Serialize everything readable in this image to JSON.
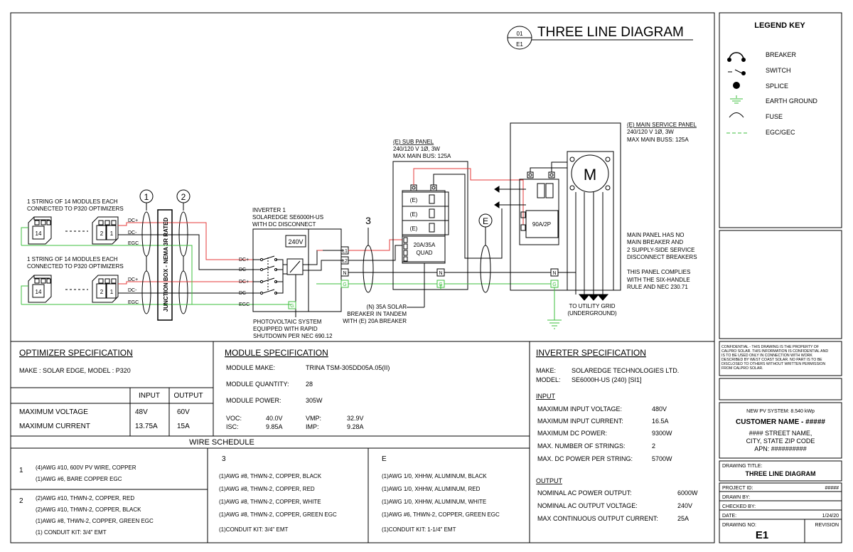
{
  "diagram": {
    "callout_number": "01",
    "callout_sheet": "E1",
    "title": "THREE LINE DIAGRAM",
    "string1": {
      "line1": "1 STRING OF 14 MODULES EACH",
      "line2": "CONNECTED TO P320 OPTIMIZERS"
    },
    "string2": {
      "line1": "1 STRING OF 14 MODULES EACH",
      "line2": "CONNECTED TO P320 OPTIMIZERS"
    },
    "module_labels": {
      "a": "14",
      "b": "2",
      "c": "1"
    },
    "wire_dc_plus": "DC+",
    "wire_dc_minus": "DC-",
    "wire_egc": "EGC",
    "tag_1": "1",
    "tag_2": "2",
    "tag_3": "3",
    "tag_e": "E",
    "junction_box": "JUNCTION BOX - NEMA 3R RATED",
    "inverter": {
      "line1": "INVERTER 1",
      "line2": "SOLAREDGE SE6000H-US",
      "line3": "WITH DC DISCONNECT",
      "voltage": "240V"
    },
    "rapid_shutdown": {
      "line1": "PHOTOVOLTAIC SYSTEM",
      "line2": "EQUIPPED WITH RAPID",
      "line3": "SHUTDOWN PER NEC 690.12"
    },
    "terminals": {
      "l1": "L1",
      "l2": "L2",
      "n": "N",
      "g": "G"
    },
    "sub_panel": {
      "line1": "(E) SUB PANEL",
      "line2": "240/120 V 1Ø, 3W",
      "line3": "MAX MAIN BUS: 125A",
      "existing": "(E)",
      "quad_line1": "20A/35A",
      "quad_line2": "QUAD"
    },
    "solar_breaker_note": {
      "line1": "(N) 35A SOLAR",
      "line2": "BREAKER IN TANDEM",
      "line3": "WITH (E) 20A BREAKER"
    },
    "main_panel": {
      "line1": "(E) MAIN SERVICE PANEL",
      "line2": "240/120 V 1Ø, 3W",
      "line3": "MAX MAIN BUSS:  125A",
      "meter": "M",
      "breaker": "90A/2P"
    },
    "main_note": {
      "line1": "MAIN PANEL HAS NO",
      "line2": "MAIN BREAKER AND",
      "line3": "2 SUPPLY-SIDE SERVICE",
      "line4": "DISCONNECT BREAKERS",
      "line5": "THIS PANEL COMPLIES",
      "line6": "WITH THE SIX-HANDLE",
      "line7": "RULE AND NEC 230.71"
    },
    "utility": {
      "line1": "TO UTILITY GRID",
      "line2": "(UNDERGROUND)"
    }
  },
  "legend": {
    "title": "LEGEND KEY",
    "items": [
      "BREAKER",
      "SWITCH",
      "SPLICE",
      "EARTH GROUND",
      "FUSE",
      "EGC/GEC"
    ]
  },
  "optimizer_spec": {
    "title": "OPTIMIZER SPECIFICATION",
    "make": "MAKE : SOLAR EDGE, MODEL : P320",
    "col_input": "INPUT",
    "col_output": "OUTPUT",
    "rows": [
      {
        "label": "MAXIMUM VOLTAGE",
        "input": "48V",
        "output": "60V"
      },
      {
        "label": "MAXIMUM CURRENT",
        "input": "13.75A",
        "output": "15A"
      }
    ]
  },
  "module_spec": {
    "title": "MODULE SPECIFICATION",
    "make_label": "MODULE MAKE:",
    "make": "TRINA TSM-305DD05A.05(II)",
    "qty_label": "MODULE QUANTITY:",
    "qty": "28",
    "power_label": "MODULE POWER:",
    "power": "305W",
    "voc_label": "VOC:",
    "voc": "40.0V",
    "vmp_label": "VMP:",
    "vmp": "32.9V",
    "isc_label": "ISC:",
    "isc": "9.85A",
    "imp_label": "IMP:",
    "imp": "9.28A"
  },
  "wire_schedule": {
    "title": "WIRE SCHEDULE",
    "tag1": "1",
    "col1_a": [
      "(4)AWG #10, 600V PV WIRE, COPPER",
      "(1)AWG #6, BARE COPPER EGC"
    ],
    "tag2": "2",
    "col1_b": [
      "(2)AWG #10, THWN-2, COPPER, RED",
      "(2)AWG #10, THWN-2, COPPER, BLACK",
      "(1)AWG #8, THWN-2, COPPER, GREEN EGC",
      "(1) CONDUIT KIT: 3/4\" EMT"
    ],
    "tag3": "3",
    "col2": [
      "(1)AWG #8, THWN-2, COPPER, BLACK",
      "(1)AWG #8, THWN-2, COPPER, RED",
      "(1)AWG #8, THWN-2, COPPER, WHITE",
      "(1)AWG #8, THWN-2, COPPER, GREEN EGC",
      "(1)CONDUIT KIT: 3/4\" EMT"
    ],
    "tagE": "E",
    "col3": [
      "(1)AWG 1/0, XHHW, ALUMINUM, BLACK",
      "(1)AWG 1/0, XHHW, ALUMINUM, RED",
      "(1)AWG 1/0, XHHW, ALUMINUM, WHITE",
      "(1)AWG #6, THWN-2, COPPER, GREEN EGC",
      "(1)CONDUIT KIT: 1-1/4\" EMT"
    ]
  },
  "inverter_spec": {
    "title": "INVERTER SPECIFICATION",
    "make_label": "MAKE:",
    "make": "SOLAREDGE TECHNOLOGIES LTD.",
    "model_label": "MODEL:",
    "model": "SE6000H-US (240) [SI1]",
    "input_title": "INPUT",
    "input_rows": [
      {
        "label": "MAXIMUM INPUT VOLTAGE:",
        "value": "480V"
      },
      {
        "label": "MAXIMUM INPUT CURRENT:",
        "value": "16.5A"
      },
      {
        "label": "MAXIMUM DC POWER:",
        "value": "9300W"
      },
      {
        "label": "MAX. NUMBER OF STRINGS:",
        "value": "2"
      },
      {
        "label": "MAX. DC POWER PER STRING:",
        "value": "5700W"
      }
    ],
    "output_title": "OUTPUT",
    "output_rows": [
      {
        "label": "NOMINAL AC POWER OUTPUT:",
        "value": "6000W"
      },
      {
        "label": "NOMINAL AC OUTPUT VOLTAGE:",
        "value": "240V"
      },
      {
        "label": "MAX CONTINUOUS OUTPUT CURRENT:",
        "value": "25A"
      }
    ]
  },
  "title_block": {
    "confidential": [
      "CONFIDENTIAL - THIS DRAWING IS THE PROPERTY OF",
      "CALPRO SOLAR. THIS INFORMATION IS CONFIDENTIAL AND",
      "IS TO BE USED ONLY IN CONNECTION WITH WORK",
      "DESCRIBED BY WEST COAST SOLAR. NO PART IS TO BE",
      "DISCLOSED TO OTHERS WITHOUT WRITTEN PERMISSION",
      "FROM CALPRO SOLAR."
    ],
    "system": "NEW PV SYSTEM: 8.540 kWp",
    "customer": "CUSTOMER NAME - #####",
    "street": "#### STREET NAME,",
    "city": "CITY, STATE ZIP CODE",
    "apn": "APN: ##########",
    "drawing_title_label": "DRAWING TITLE:",
    "drawing_title": "THREE LINE DIAGRAM",
    "project_id_label": "PROJECT ID:",
    "project_id": "#####",
    "drawn_by_label": "DRAWN BY:",
    "checked_by_label": "CHECKED BY:",
    "date_label": "DATE:",
    "date": "1/24/20",
    "drawing_no_label": "DRAWING NO:",
    "drawing_no": "E1",
    "revision_label": "REVISION"
  }
}
